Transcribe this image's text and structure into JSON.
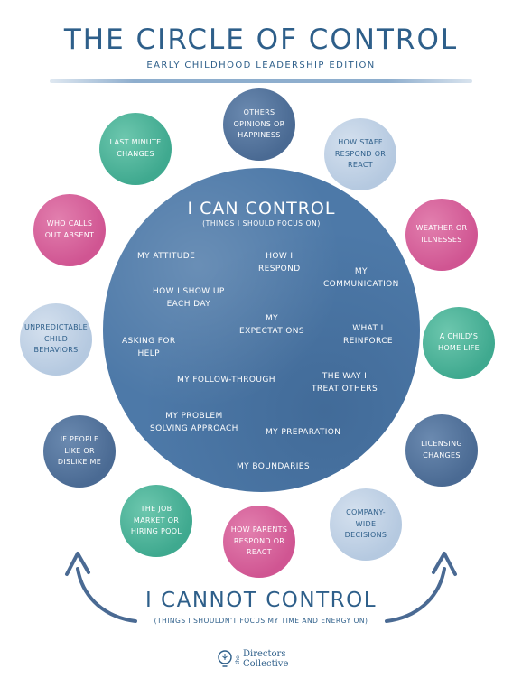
{
  "header": {
    "title": "THE CIRCLE OF CONTROL",
    "subtitle": "EARLY CHILDHOOD LEADERSHIP EDITION"
  },
  "can_control": {
    "title": "I CAN CONTROL",
    "subtitle": "(THINGS I SHOULD FOCUS ON)",
    "items": [
      "MY ATTITUDE",
      "HOW I\nRESPOND",
      "MY\nCOMMUNICATION",
      "HOW I SHOW UP\nEACH DAY",
      "MY\nEXPECTATIONS",
      "WHAT I\nREINFORCE",
      "ASKING FOR\nHELP",
      "MY FOLLOW-THROUGH",
      "THE WAY I\nTREAT OTHERS",
      "MY PROBLEM\nSOLVING APPROACH",
      "MY PREPARATION",
      "MY BOUNDARIES"
    ]
  },
  "cannot_control": {
    "title": "I CANNOT CONTROL",
    "subtitle": "(THINGS I SHOULDN'T FOCUS MY TIME AND ENERGY ON)",
    "items": [
      "OTHERS\nOPINIONS OR\nHAPPINESS",
      "HOW STAFF\nRESPOND OR\nREACT",
      "WEATHER OR\nILLNESSES",
      "A CHILD'S\nHOME LIFE",
      "LICENSING\nCHANGES",
      "COMPANY-WIDE\nDECISIONS",
      "HOW PARENTS\nRESPOND OR\nREACT",
      "THE JOB\nMARKET OR\nHIRING POOL",
      "IF PEOPLE\nLIKE OR\nDISLIKE ME",
      "UNPREDICTABLE\nCHILD\nBEHAVIORS",
      "WHO CALLS\nOUT ABSENT",
      "LAST MINUTE\nCHANGES"
    ]
  },
  "footer": {
    "logo_small": "the",
    "logo_line1": "Directors",
    "logo_line2": "Collective"
  },
  "colors": {
    "navy_text": "#2e5f8a",
    "big_circle": "#4d79a8",
    "pink": "#d05592",
    "teal": "#3fa98f",
    "navy": "#4a6a93",
    "light_blue": "#b5c9e0"
  }
}
